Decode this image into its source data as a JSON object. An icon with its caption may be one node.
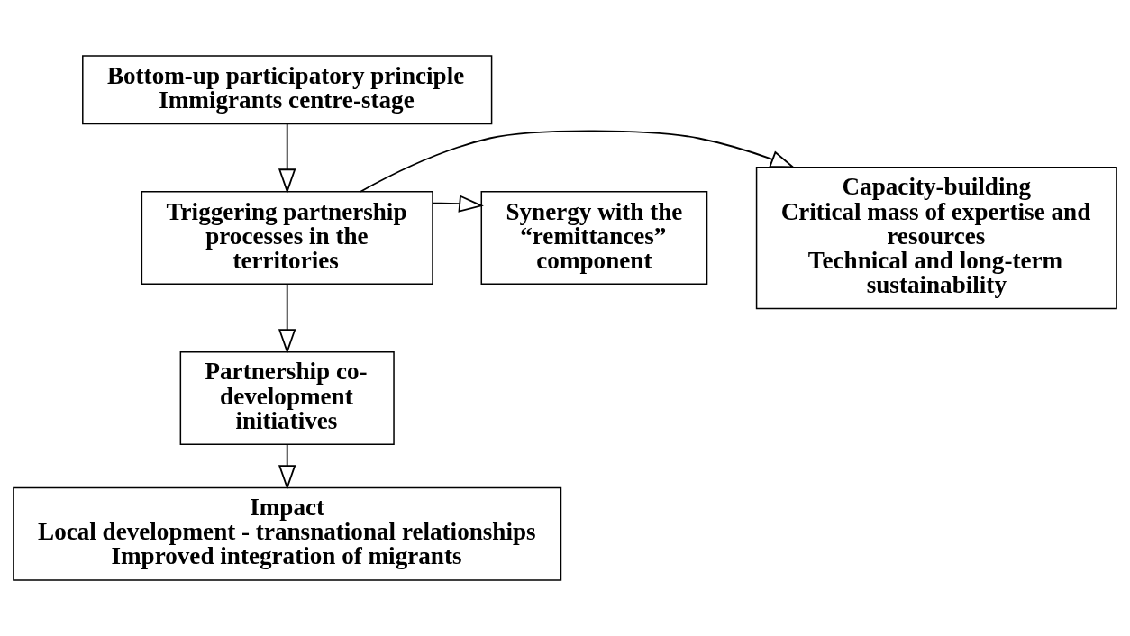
{
  "diagram": {
    "nodes": [
      {
        "text": [
          "Bottom-up participatory principle",
          "Immigrants centre-stage"
        ]
      },
      {
        "text": [
          "Triggering partnership processes in the territories"
        ]
      },
      {
        "text": [
          "Capacity-building",
          "Critical mass of expertise and resources",
          "Technical and long-term sustainability"
        ]
      },
      {
        "text": [
          "Synergy with the “remittances” component"
        ]
      },
      {
        "text": [
          "Partnership co-development initiatives"
        ]
      },
      {
        "text": [
          "Impact",
          "Local development - transnational relationships",
          "Improved integration of migrants"
        ]
      }
    ],
    "edges": [
      {
        "from": 0,
        "to": 1,
        "arrow": "to"
      },
      {
        "from": 1,
        "to": 2,
        "arrow": "to"
      },
      {
        "from": 1,
        "to": 3,
        "arrow": "to"
      },
      {
        "from": 1,
        "to": 4,
        "arrow": "to"
      },
      {
        "from": 4,
        "to": 5,
        "arrow": "to"
      }
    ]
  }
}
